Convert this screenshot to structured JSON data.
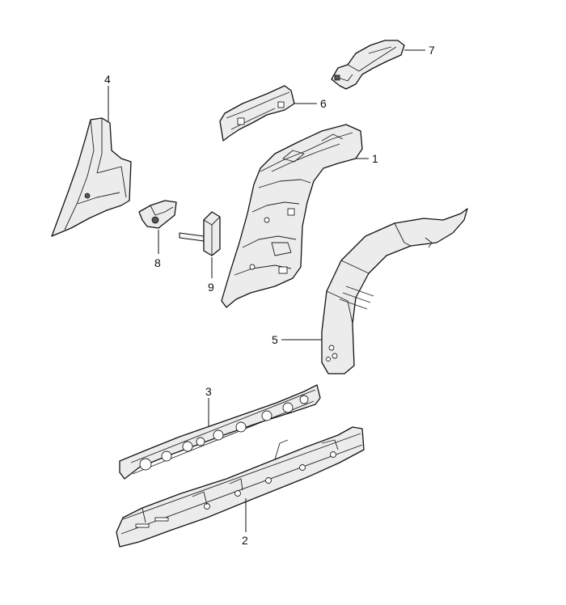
{
  "callouts": {
    "p1": "1",
    "p2": "2",
    "p3": "3",
    "p4": "4",
    "p5": "5",
    "p6": "6",
    "p7": "7",
    "p8": "8",
    "p9": "9"
  }
}
